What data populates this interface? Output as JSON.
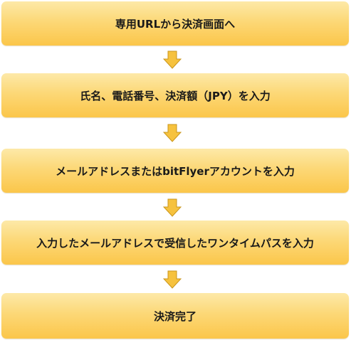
{
  "flow": {
    "steps": [
      {
        "label": "専用URLから決済画面へ"
      },
      {
        "label": "氏名、電話番号、決済額（JPY）を入力"
      },
      {
        "label": "メールアドレスまたはbitFlyerアカウントを入力"
      },
      {
        "label": "入力したメールアドレスで受信したワンタイムパスを入力"
      },
      {
        "label": "決済完了"
      }
    ],
    "colors": {
      "box_top": "#fde9a8",
      "box_bottom": "#fbc64a",
      "arrow_fill": "#f6c23e",
      "arrow_stroke": "#c9951a",
      "text": "#1a1a1a"
    }
  }
}
